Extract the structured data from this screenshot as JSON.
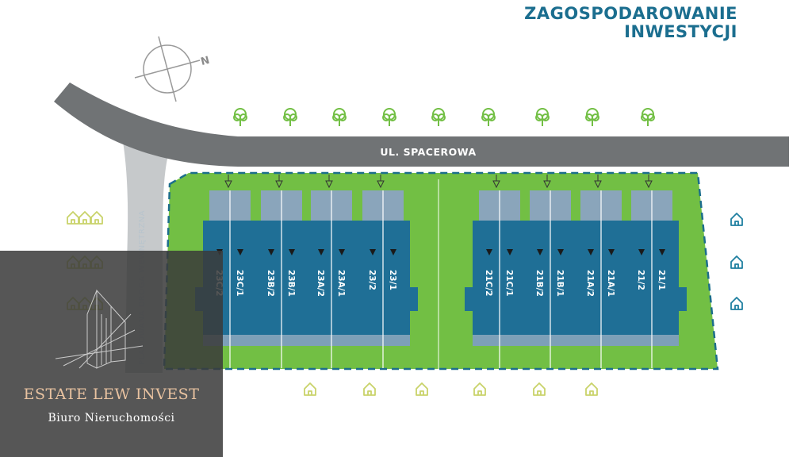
{
  "title": {
    "line1": "ZAGOSPODAROWANIE",
    "line2": "INWESTYCJI"
  },
  "street_label": "UL. SPACEROWA",
  "internal_road_label": "PLANOWANA DROGA WEWNĘTRZNA",
  "compass_label": "N",
  "units": {
    "left": [
      "23C/2",
      "23C/1",
      "23B/2",
      "23B/1",
      "23A/2",
      "23A/1",
      "23/2",
      "23/1"
    ],
    "right": [
      "21C/2",
      "21C/1",
      "21B/2",
      "21B/1",
      "21A/2",
      "21A/1",
      "21/2",
      "21/1"
    ]
  },
  "brand": {
    "name": "ESTATE LEW INVEST",
    "subtitle": "Biuro Nieruchomości"
  },
  "colors": {
    "title": "#1b6e8f",
    "road": "#707375",
    "internal_road": "#c6c9cb",
    "plot_green": "#72bf44",
    "building": "#1f6f96",
    "building_top": "#8aa5bb",
    "tree": "#72bf44",
    "house_icon_left": "#c9d36a",
    "house_icon_right": "#1f7fa0",
    "house_icon_bottom": "#c9d36a"
  },
  "icons": {
    "tree": "tree-icon",
    "house": "house-icon",
    "compass": "compass-icon",
    "brand_logo": "building-logo-icon"
  }
}
